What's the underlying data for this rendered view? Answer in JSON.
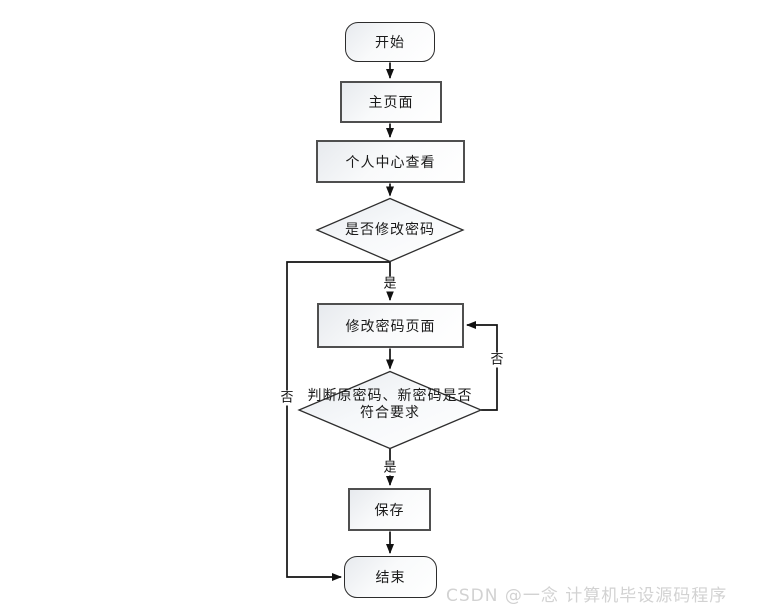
{
  "diagram": {
    "type": "flowchart",
    "nodes": [
      {
        "id": "start",
        "shape": "rounded",
        "label": "开始"
      },
      {
        "id": "main-page",
        "shape": "rect",
        "label": "主页面"
      },
      {
        "id": "personal-center",
        "shape": "rect",
        "label": "个人中心查看"
      },
      {
        "id": "decision-modify",
        "shape": "diamond",
        "label": "是否修改密码"
      },
      {
        "id": "change-pwd-page",
        "shape": "rect",
        "label": "修改密码页面"
      },
      {
        "id": "decision-valid",
        "shape": "diamond",
        "label": "判断原密码、新密码是否符合要求",
        "label_lines": [
          "判断原密码、新密码是否",
          "符合要求"
        ]
      },
      {
        "id": "save",
        "shape": "rect",
        "label": "保存"
      },
      {
        "id": "end",
        "shape": "rounded",
        "label": "结束"
      }
    ],
    "edges": [
      {
        "from": "开始",
        "to": "主页面",
        "label": ""
      },
      {
        "from": "主页面",
        "to": "个人中心查看",
        "label": ""
      },
      {
        "from": "个人中心查看",
        "to": "是否修改密码",
        "label": ""
      },
      {
        "from": "是否修改密码",
        "to": "修改密码页面",
        "label": "是"
      },
      {
        "from": "是否修改密码",
        "to": "结束",
        "label": "否"
      },
      {
        "from": "修改密码页面",
        "to": "判断原密码、新密码是否符合要求",
        "label": ""
      },
      {
        "from": "判断原密码、新密码是否符合要求",
        "to": "保存",
        "label": "是"
      },
      {
        "from": "判断原密码、新密码是否符合要求",
        "to": "修改密码页面",
        "label": "否"
      },
      {
        "from": "保存",
        "to": "结束",
        "label": ""
      }
    ]
  },
  "watermark": {
    "text": "CSDN @一念 计算机毕设源码程序"
  },
  "colors": {
    "background": "#ffffff",
    "line": "#111111",
    "rect_border": "#4f4f4f",
    "rounded_border": "#2c2c2c",
    "diamond_border": "#2e2e2e",
    "shape_fill_start": "#e7eaee",
    "shape_fill_end": "#ffffff",
    "text": "#1a1a1a",
    "watermark": "#d2d2d2"
  }
}
